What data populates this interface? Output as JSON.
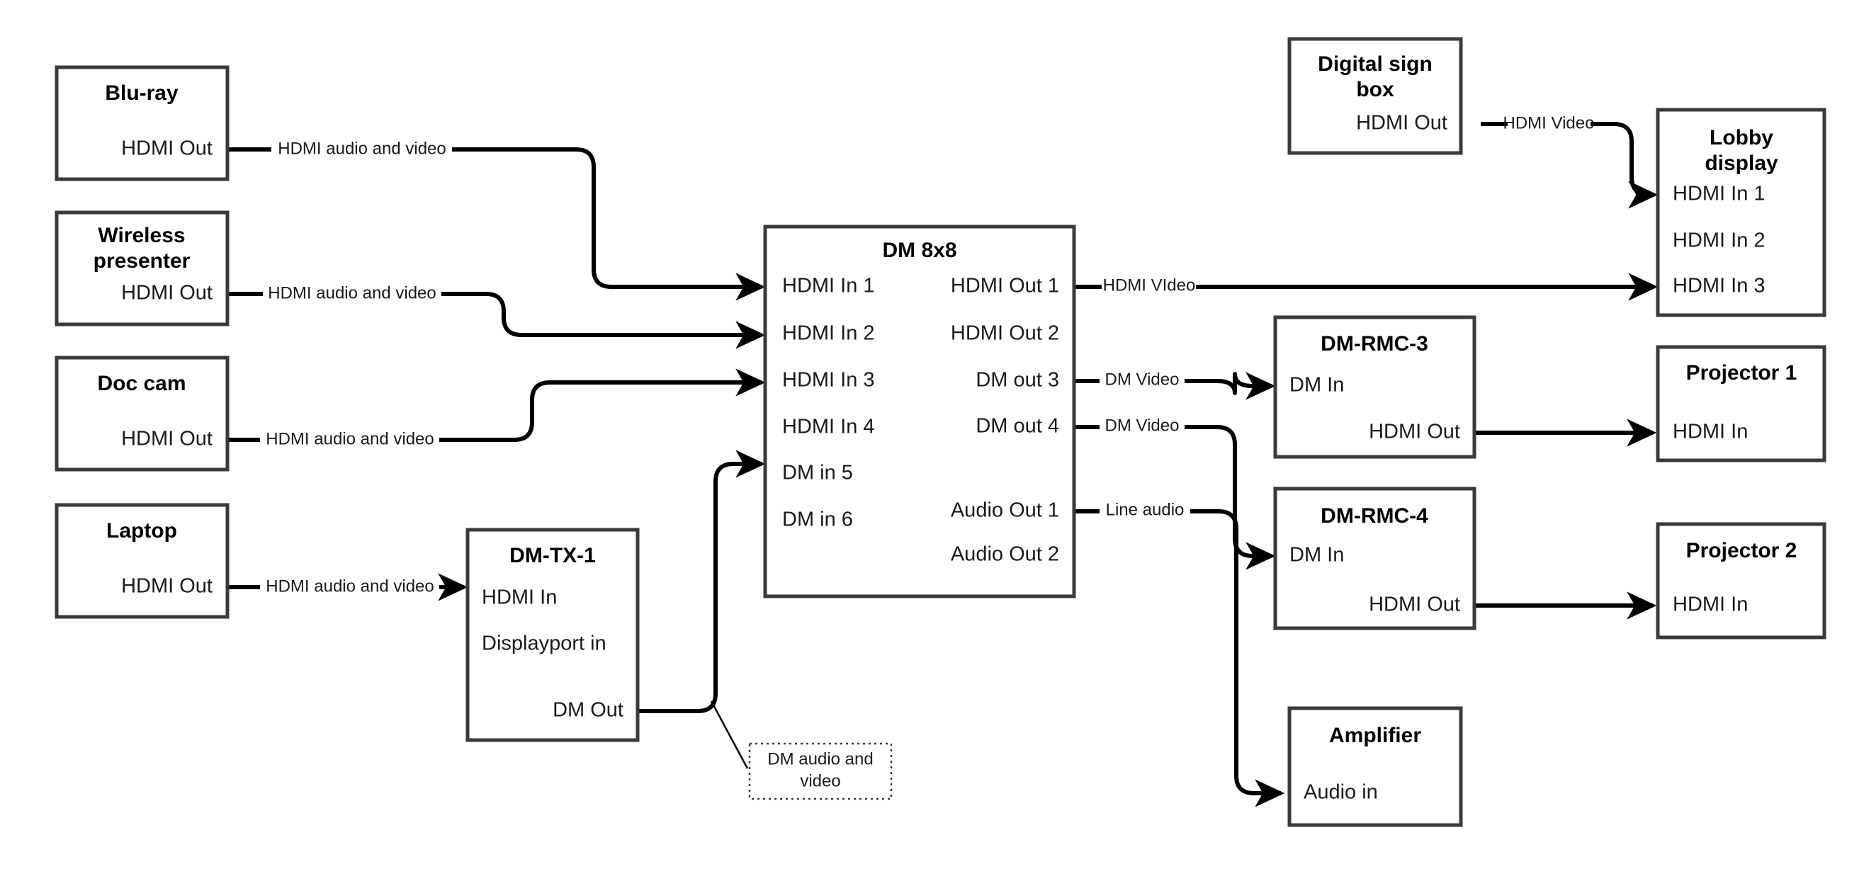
{
  "diagram": {
    "title": "AV Signal Flow Diagram",
    "background_color": "#ffffff",
    "line_color": "#000000",
    "box_border_color": "#3a3a3a",
    "text_color": "#1a1a1a"
  },
  "nodes": [
    {
      "id": "blu-ray",
      "title": "Blu-ray",
      "ports": [
        {
          "label": "HDMI Out",
          "side": "right"
        }
      ]
    },
    {
      "id": "wireless-presenter",
      "title_line1": "Wireless",
      "title_line2": "presenter",
      "ports": [
        {
          "label": "HDMI Out",
          "side": "right"
        }
      ]
    },
    {
      "id": "doc-cam",
      "title": "Doc cam",
      "ports": [
        {
          "label": "HDMI Out",
          "side": "right"
        }
      ]
    },
    {
      "id": "laptop",
      "title": "Laptop",
      "ports": [
        {
          "label": "HDMI Out",
          "side": "right"
        }
      ]
    },
    {
      "id": "dm-tx-1",
      "title": "DM-TX-1",
      "ports": [
        {
          "label": "HDMI In",
          "side": "left"
        },
        {
          "label": "Displayport in",
          "side": "left"
        },
        {
          "label": "DM Out",
          "side": "right"
        }
      ]
    },
    {
      "id": "dm-8x8",
      "title": "DM 8x8",
      "inputs": [
        "HDMI In 1",
        "HDMI In 2",
        "HDMI In 3",
        "HDMI In 4",
        "DM in 5",
        "DM in 6"
      ],
      "outputs": [
        "HDMI Out 1",
        "HDMI Out 2",
        "DM out 3",
        "DM out 4",
        "Audio Out 1",
        "Audio Out 2"
      ]
    },
    {
      "id": "digital-sign-box",
      "title_line1": "Digital sign",
      "title_line2": "box",
      "ports": [
        {
          "label": "HDMI Out",
          "side": "right"
        }
      ]
    },
    {
      "id": "lobby-display",
      "title_line1": "Lobby",
      "title_line2": "display",
      "ports": [
        {
          "label": "HDMI In 1",
          "side": "left"
        },
        {
          "label": "HDMI In 2",
          "side": "left"
        },
        {
          "label": "HDMI In 3",
          "side": "left"
        }
      ]
    },
    {
      "id": "dm-rmc-3",
      "title": "DM-RMC-3",
      "ports": [
        {
          "label": "DM In",
          "side": "left"
        },
        {
          "label": "HDMI Out",
          "side": "right"
        }
      ]
    },
    {
      "id": "dm-rmc-4",
      "title": "DM-RMC-4",
      "ports": [
        {
          "label": "DM In",
          "side": "left"
        },
        {
          "label": "HDMI Out",
          "side": "right"
        }
      ]
    },
    {
      "id": "projector-1",
      "title": "Projector 1",
      "ports": [
        {
          "label": "HDMI In",
          "side": "left"
        }
      ]
    },
    {
      "id": "projector-2",
      "title": "Projector 2",
      "ports": [
        {
          "label": "HDMI In",
          "side": "left"
        }
      ]
    },
    {
      "id": "amplifier",
      "title": "Amplifier",
      "ports": [
        {
          "label": "Audio in",
          "side": "left"
        }
      ]
    }
  ],
  "node_labels": {
    "blu_ray_title": "Blu-ray",
    "blu_ray_hdmi_out": "HDMI Out",
    "wireless_title_1": "Wireless",
    "wireless_title_2": "presenter",
    "wireless_hdmi_out": "HDMI Out",
    "doc_cam_title": "Doc cam",
    "doc_cam_hdmi_out": "HDMI Out",
    "laptop_title": "Laptop",
    "laptop_hdmi_out": "HDMI Out",
    "dm_tx_title": "DM-TX-1",
    "dm_tx_hdmi_in": "HDMI In",
    "dm_tx_displayport_in": "Displayport in",
    "dm_tx_dm_out": "DM Out",
    "dm8x8_title": "DM 8x8",
    "dm8x8_in_1": "HDMI In 1",
    "dm8x8_in_2": "HDMI In 2",
    "dm8x8_in_3": "HDMI In 3",
    "dm8x8_in_4": "HDMI In 4",
    "dm8x8_in_5": "DM in 5",
    "dm8x8_in_6": "DM in 6",
    "dm8x8_out_1": "HDMI Out 1",
    "dm8x8_out_2": "HDMI Out 2",
    "dm8x8_out_3": "DM out 3",
    "dm8x8_out_4": "DM out 4",
    "dm8x8_audio_out_1": "Audio Out 1",
    "dm8x8_audio_out_2": "Audio Out 2",
    "digital_sign_title_1": "Digital sign",
    "digital_sign_title_2": "box",
    "digital_sign_hdmi_out": "HDMI Out",
    "lobby_title_1": "Lobby",
    "lobby_title_2": "display",
    "lobby_in_1": "HDMI In 1",
    "lobby_in_2": "HDMI In 2",
    "lobby_in_3": "HDMI In 3",
    "rmc3_title": "DM-RMC-3",
    "rmc3_dm_in": "DM In",
    "rmc3_hdmi_out": "HDMI Out",
    "rmc4_title": "DM-RMC-4",
    "rmc4_dm_in": "DM In",
    "rmc4_hdmi_out": "HDMI Out",
    "projector1_title": "Projector 1",
    "projector1_hdmi_in": "HDMI In",
    "projector2_title": "Projector 2",
    "projector2_hdmi_in": "HDMI In",
    "amplifier_title": "Amplifier",
    "amplifier_audio_in": "Audio in"
  },
  "edges": [
    {
      "id": "bluray-to-in1",
      "label": "HDMI audio and video",
      "from": "blu-ray.HDMI Out",
      "to": "dm-8x8.HDMI In 1"
    },
    {
      "id": "wireless-to-in2",
      "label": "HDMI audio and video",
      "from": "wireless-presenter.HDMI Out",
      "to": "dm-8x8.HDMI In 2"
    },
    {
      "id": "doccam-to-in3",
      "label": "HDMI audio and video",
      "from": "doc-cam.HDMI Out",
      "to": "dm-8x8.HDMI In 3"
    },
    {
      "id": "laptop-to-dmtx",
      "label": "HDMI audio and video",
      "from": "laptop.HDMI Out",
      "to": "dm-tx-1.HDMI In"
    },
    {
      "id": "dmtx-to-in5",
      "label": "DM audio and video",
      "from": "dm-tx-1.DM Out",
      "to": "dm-8x8.DM in 5"
    },
    {
      "id": "out1-to-lobby3",
      "label": "HDMI VIdeo",
      "from": "dm-8x8.HDMI Out 1",
      "to": "lobby-display.HDMI In 3"
    },
    {
      "id": "out3-to-rmc3",
      "label": "DM Video",
      "from": "dm-8x8.DM out 3",
      "to": "dm-rmc-3.DM In"
    },
    {
      "id": "out4-to-rmc4",
      "label": "DM Video",
      "from": "dm-8x8.DM out 4",
      "to": "dm-rmc-4.DM In"
    },
    {
      "id": "audioout1-to-amp",
      "label": "Line audio",
      "from": "dm-8x8.Audio Out 1",
      "to": "amplifier.Audio in"
    },
    {
      "id": "sign-to-lobby1",
      "label": "HDMI Video",
      "from": "digital-sign-box.HDMI Out",
      "to": "lobby-display.HDMI In 1"
    },
    {
      "id": "rmc3-to-proj1",
      "label": "",
      "from": "dm-rmc-3.HDMI Out",
      "to": "projector-1.HDMI In"
    },
    {
      "id": "rmc4-to-proj2",
      "label": "",
      "from": "dm-rmc-4.HDMI Out",
      "to": "projector-2.HDMI In"
    }
  ],
  "edge_labels": {
    "bluray": "HDMI audio and video",
    "wireless": "HDMI audio and video",
    "doccam": "HDMI audio and video",
    "laptop": "HDMI audio and video",
    "hdmi_video_out1": "HDMI VIdeo",
    "dm_video_3": "DM Video",
    "dm_video_4": "DM Video",
    "line_audio": "Line audio",
    "hdmi_video_sign": "HDMI Video"
  },
  "annotations": {
    "dm_av_note_line1": "DM audio and",
    "dm_av_note_line2": "video"
  }
}
